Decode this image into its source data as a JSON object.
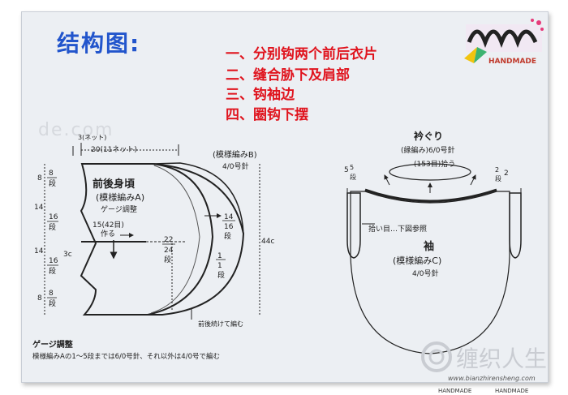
{
  "title": "结构图:",
  "steps": [
    "一、分别钩两个前后衣片",
    "二、缝合胁下及肩部",
    "三、钩袖边",
    "四、圈钩下摆"
  ],
  "logo": {
    "text": "HANDMADE"
  },
  "watermark_left": "de.com",
  "left_diagram": {
    "top_note": "3(ネット)",
    "top_width": "20(11ネット)",
    "panel_name": "前後身頃",
    "panel_stitch": "(模様編みA)",
    "gauge_adj": "ゲージ調整",
    "pattern_b": "(模様編みB)",
    "needle_b": "4/0号針",
    "make_label": "15(42目)",
    "make_label2": "作る",
    "left_dims": [
      {
        "v": "8",
        "r": "8",
        "u": "段"
      },
      {
        "v": "14",
        "r": "16",
        "u": "段"
      },
      {
        "v": "14",
        "r": "16",
        "u": "段"
      },
      {
        "v": "8",
        "r": "8",
        "u": "段"
      }
    ],
    "left_small": "3c",
    "inner_dim": {
      "v": "22",
      "r": "24",
      "u": "段"
    },
    "right_dim1": {
      "v": "14",
      "r": "16",
      "u": "段"
    },
    "right_dim2": {
      "v": "1",
      "r": "1",
      "u": "段"
    },
    "total_height": "44c",
    "continue_note": "前後続けて編む"
  },
  "right_diagram": {
    "collar_title": "衿ぐり",
    "collar_stitch": "(縁編み)6/0号針",
    "collar_count": "(153目)拾う",
    "left_side": {
      "v": "5",
      "r": "5",
      "u": "段"
    },
    "right_side": {
      "v": "2",
      "r": "2",
      "u": "段"
    },
    "pickup_note": "拾い目…下図参照",
    "sleeve_name": "袖",
    "sleeve_stitch": "(模様編みC)",
    "sleeve_needle": "4/0号針"
  },
  "gauge": {
    "title": "ゲージ調整",
    "text": "模様編みAの1～5段までは6/0号針、それ以外は4/0号で編む"
  },
  "watermark_right": "缠织人生",
  "url": "www.bianzhirensheng.com",
  "footer": [
    "HANDMADE",
    "HANDMADE"
  ]
}
